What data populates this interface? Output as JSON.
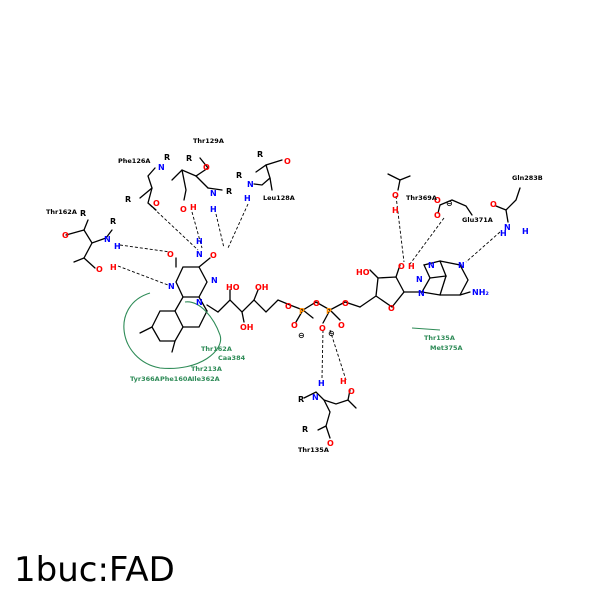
{
  "title": "1buc:FAD",
  "colors": {
    "N": "#0000ff",
    "O": "#ff0000",
    "P": "#ff8c00",
    "C": "#000000",
    "hydrophobic": "#2e8b57"
  },
  "hbond_residues": [
    "Thr162A",
    "Phe126A",
    "Thr129A",
    "Leu128A",
    "Thr369A",
    "Glu371A",
    "Gln283B",
    "Thr135A"
  ],
  "hydrophobic_residues": [
    "Thr162A",
    "Caa384",
    "Thr213A",
    "Tyr366A",
    "Phe160A",
    "Ile362A",
    "Thr135A",
    "Met375A"
  ],
  "atoms": {
    "O": "O",
    "N": "N",
    "H": "H",
    "R": "R",
    "P": "P",
    "NH2": "NH₂",
    "HO": "HO",
    "OH": "OH",
    "charge": "⊖"
  }
}
